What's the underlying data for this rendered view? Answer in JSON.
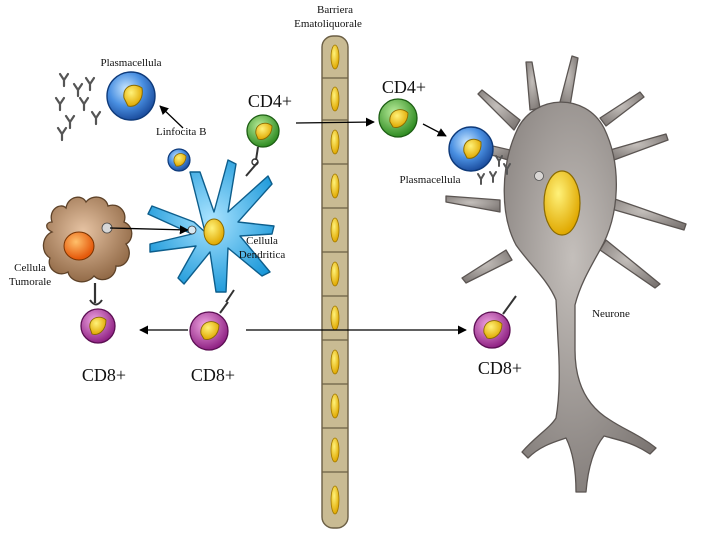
{
  "labels": {
    "barrier_line1": "Barriera",
    "barrier_line2": "Ematoliquorale",
    "plasma_top": "Plasmacellula",
    "linfocita_b": "Linfocita B",
    "cd4_left": "CD4+",
    "cd4_right": "CD4+",
    "plasma_right": "Plasmacellula",
    "dendritic_line1": "Cellula",
    "dendritic_line2": "Dendritica",
    "tumor_line1": "Cellula",
    "tumor_line2": "Tumorale",
    "cd8_left": "CD8+",
    "cd8_center": "CD8+",
    "cd8_right": "CD8+",
    "neuron": "Neurone"
  },
  "colors": {
    "barrier": "#c9bb93",
    "barrier_nucleus": "#f2c200",
    "plasma": "#2e6fc9",
    "cd4": "#4caf3a",
    "cd8": "#b03a9e",
    "dendritic": "#2fa9e8",
    "tumor": "#a9805d",
    "neuron": "#8b8582",
    "neuron_nucleus": "#f4cf05"
  }
}
